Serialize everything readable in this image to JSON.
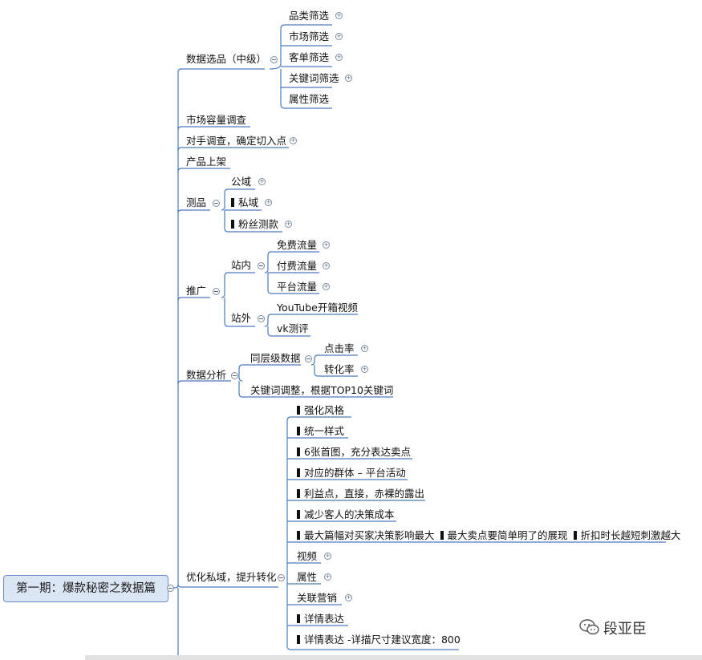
{
  "root": {
    "label": "第一期：爆款秘密之数据篇"
  },
  "branches": {
    "data_selection": {
      "label": "数据选品（中级）",
      "children": [
        "品类筛选",
        "市场筛选",
        "客单筛选",
        "关键词筛选",
        "属性筛选"
      ]
    },
    "market_capacity": {
      "label": "市场容量调查"
    },
    "competitor": {
      "label": "对手调查，确定切入点"
    },
    "listing": {
      "label": "产品上架"
    },
    "testing": {
      "label": "测品",
      "children": [
        "公域",
        "私域",
        "粉丝测款"
      ]
    },
    "promotion": {
      "label": "推广",
      "onsite": {
        "label": "站内",
        "children": [
          "免费流量",
          "付费流量",
          "平台流量"
        ]
      },
      "offsite": {
        "label": "站外",
        "children": [
          "YouTube开箱视频",
          "vk测评"
        ]
      }
    },
    "analysis": {
      "label": "数据分析",
      "same_level": {
        "label": "同层级数据",
        "children": [
          "点击率",
          "转化率"
        ]
      },
      "keyword_adjust": "关键词调整，根据TOP10关键词"
    },
    "optimize": {
      "label": "优化私域，提升转化",
      "children": [
        "强化风格",
        "统一样式",
        "6张首图，充分表达卖点",
        "对应的群体 – 平台活动",
        "利益点，直接，赤裸的露出",
        "减少客人的决策成本",
        "最大篇幅对买家决策影响最大",
        "最大卖点要简单明了的展现",
        "折扣时长越短刺激越大",
        "视频",
        "属性",
        "关联营销",
        "详情表达",
        "详情表达 -详描尺寸建议宽度：800"
      ]
    }
  },
  "watermark": {
    "text": "段亚臣",
    "icon": "wechat-icon"
  },
  "colors": {
    "line": "#4a7bbf",
    "root_fill": "#dbe6f4",
    "root_border": "#6b8fc4"
  }
}
